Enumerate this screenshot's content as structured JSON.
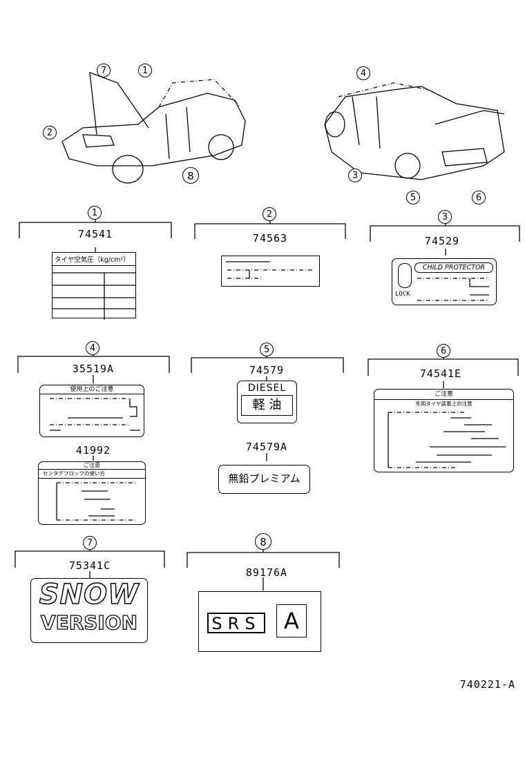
{
  "callouts": [
    "1",
    "2",
    "3",
    "4",
    "5",
    "6",
    "7",
    "8"
  ],
  "parts": {
    "p1": {
      "number": "74541",
      "label_text": "タイヤ空気圧（kg/cm²）"
    },
    "p2": {
      "number": "74563"
    },
    "p3": {
      "number": "74529",
      "banner": "CHILD PROTECTOR",
      "lock": "LOCK"
    },
    "p4a": {
      "number": "35519A",
      "header": "使用上のご注意"
    },
    "p4b": {
      "number": "41992",
      "header": "ご注意",
      "sub": "センタデフロックの使い方"
    },
    "p5a": {
      "number": "74579",
      "line1": "DIESEL",
      "line2": "軽 油"
    },
    "p5b": {
      "number": "74579A",
      "text": "無鉛プレミアム"
    },
    "p6": {
      "number": "74541E",
      "header": "ご注意",
      "sub": "冬用タイヤ装着上の注意"
    },
    "p7": {
      "number": "75341C",
      "line1": "SNOW",
      "line2": "VERSION"
    },
    "p8": {
      "number": "89176A",
      "text": "SRS",
      "box": "A"
    }
  },
  "figure_id": "740221-A"
}
